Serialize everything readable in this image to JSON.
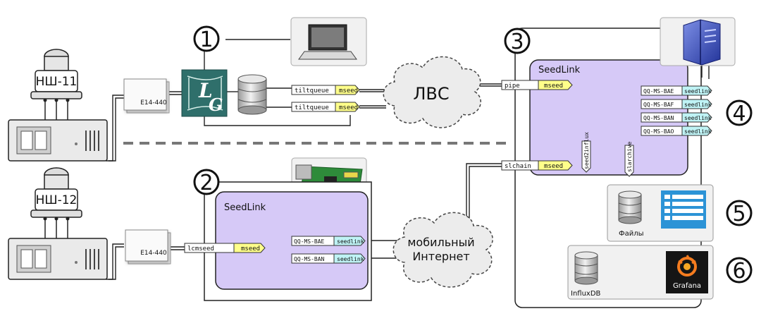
{
  "markers": [
    "1",
    "2",
    "3",
    "4",
    "5",
    "6"
  ],
  "stations": {
    "s1": "НШ-11",
    "s2": "НШ-12"
  },
  "adc": {
    "a1": "E14-440",
    "a2": "E14-440"
  },
  "node1": {
    "tags": [
      "tiltqueue",
      "tiltqueue"
    ],
    "format": "mseed",
    "logo": "LG"
  },
  "node2": {
    "title": "SeedLink",
    "input_tag": "lcmseed",
    "input_format": "mseed",
    "outputs": [
      "QQ-MS-BAE",
      "QQ-MS-BAN"
    ],
    "output_proto": "seedlink"
  },
  "clouds": {
    "lan": "ЛВС",
    "mobile1": "мобильный",
    "mobile2": "Интернет"
  },
  "server": {
    "title": "SeedLink",
    "inputs": [
      {
        "tag": "pipe",
        "format": "mseed"
      },
      {
        "tag": "slchain",
        "format": "mseed"
      }
    ],
    "outputs": [
      "QQ-MS-BAE",
      "QQ-MS-BAF",
      "QQ-MS-BAN",
      "QQ-MS-BAO"
    ],
    "output_proto": "seedlink",
    "consumers": [
      "slarchive",
      "seed2influx"
    ]
  },
  "storage": {
    "files": "Файлы",
    "influx": "InfluxDB",
    "grafana": "Grafana"
  },
  "colors": {
    "seedlink_panel": "#d6c9f7",
    "mseed": "#ffff8a",
    "seedlink_tag": "#bff3f5",
    "accent": "#111111",
    "cloud": "#e9e9e9"
  }
}
